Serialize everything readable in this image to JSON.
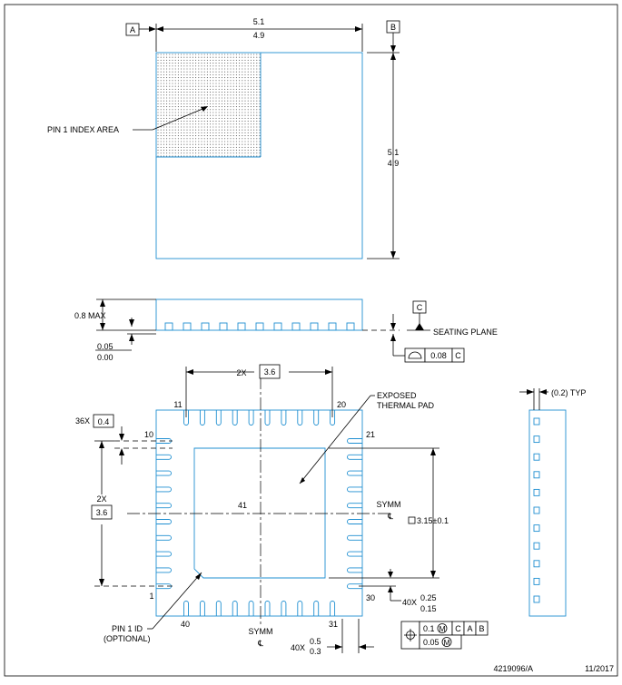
{
  "top_view": {
    "datum_a": "A",
    "datum_b": "B",
    "width_max": "5.1",
    "width_min": "4.9",
    "height_max": "5.1",
    "height_min": "4.9",
    "pin1_label": "PIN 1 INDEX AREA"
  },
  "side_view": {
    "height_max": "0.8 MAX",
    "standoff_max": "0.05",
    "standoff_min": "0.00",
    "datum_c": "C",
    "seating_plane": "SEATING PLANE",
    "flatness_value": "0.08",
    "flatness_datum": "C"
  },
  "bottom_view": {
    "pitch_prefix": "2X",
    "pitch_value": "3.6",
    "pin_11": "11",
    "pin_20": "20",
    "pin_10": "10",
    "pin_21": "21",
    "pin_1": "1",
    "pin_30": "30",
    "pin_40": "40",
    "pin_31": "31",
    "pad_number": "41",
    "pad_label_1": "EXPOSED",
    "pad_label_2": "THERMAL PAD",
    "pin_pitch_prefix": "36X",
    "pin_pitch_value": "0.4",
    "vert_pitch_prefix": "2X",
    "vert_pitch_value": "3.6",
    "symm": "SYMM",
    "cl_symbol": "℄",
    "pad_size": "3.15±0.1",
    "lead_len_prefix": "40X",
    "lead_len_max": "0.25",
    "lead_len_min": "0.15",
    "lead_w_prefix": "40X",
    "lead_w_max": "0.5",
    "lead_w_min": "0.3",
    "pin1_id_1": "PIN 1 ID",
    "pin1_id_2": "(OPTIONAL)",
    "fcf_tol_1": "0.1",
    "fcf_datum_c": "C",
    "fcf_datum_a": "A",
    "fcf_datum_b": "B",
    "fcf_tol_2": "0.05",
    "modifier_m": "M"
  },
  "side_view_right": {
    "typ_label": "(0.2) TYP"
  },
  "footer": {
    "doc_id": "4219096/A",
    "date": "11/2017"
  }
}
